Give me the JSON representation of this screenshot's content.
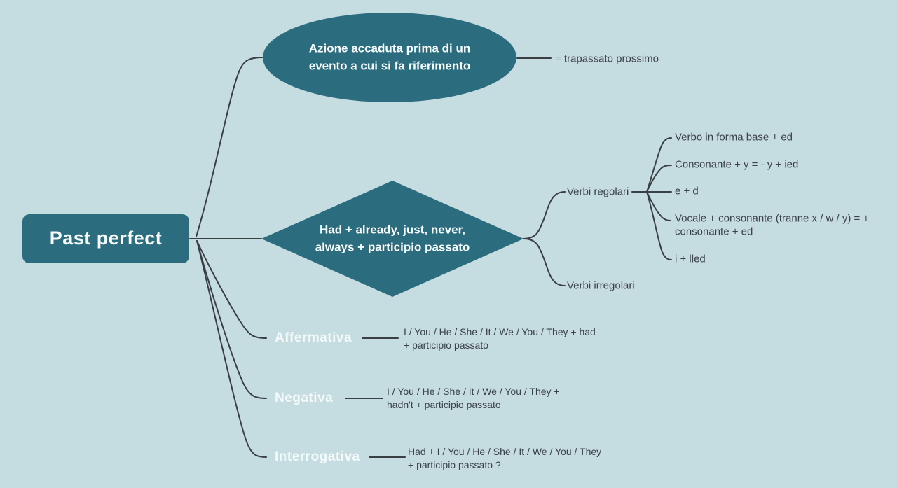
{
  "colors": {
    "background": "#c5dce1",
    "node_fill": "#2b6d7e",
    "node_text": "#f7fbfc",
    "connector": "#3a3f43",
    "text_dark": "#3c4246",
    "branch_text": "#f4fafa"
  },
  "mindmap": {
    "root": {
      "label": "Past perfect"
    },
    "definition": {
      "label": "Azione accaduta prima di un evento a cui si fa riferimento",
      "note": "= trapassato prossimo"
    },
    "structure": {
      "label": "Had + already, just, never, always + participio passato",
      "regular": {
        "label": "Verbi regolari",
        "rules": [
          "Verbo in forma base + ed",
          "Consonante + y = - y + ied",
          "e + d",
          "Vocale + consonante (tranne x / w / y) = + consonante + ed",
          "i + lled"
        ]
      },
      "irregular": {
        "label": "Verbi irregolari"
      }
    },
    "forms": [
      {
        "label": "Affermativa",
        "formula": "I / You / He / She / It / We / You / They + had + participio passato"
      },
      {
        "label": "Negativa",
        "formula": "I / You / He / She / It / We / You / They + hadn't + participio passato"
      },
      {
        "label": "Interrogativa",
        "formula": "Had + I / You / He / She / It / We / You / They + participio passato ?"
      }
    ]
  }
}
